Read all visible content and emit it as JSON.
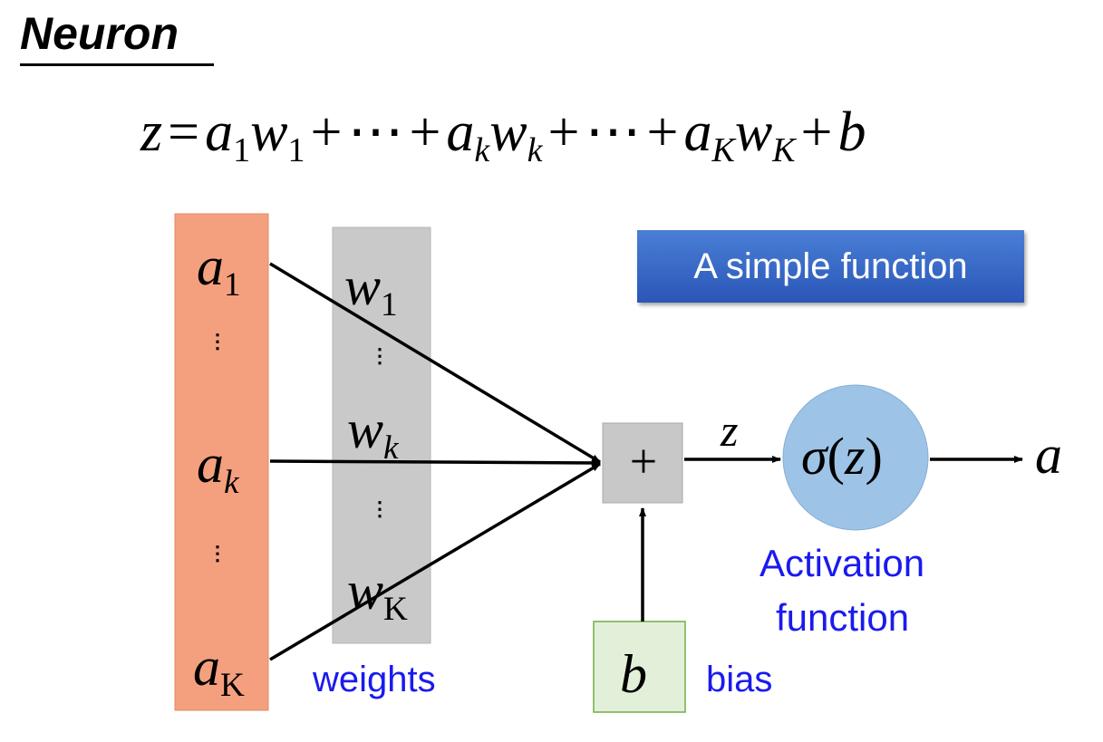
{
  "title": "Neuron",
  "equation": {
    "lhs": "z",
    "equals": "=",
    "term1_a": "a",
    "term1_a_sub": "1",
    "term1_w": "w",
    "term1_w_sub": "1",
    "plus": "+",
    "ellipsis": "⋯",
    "termk_a": "a",
    "termk_a_sub": "k",
    "termk_w": "w",
    "termk_w_sub": "k",
    "termK_a": "a",
    "termK_a_sub": "K",
    "termK_w": "w",
    "termK_w_sub": "K",
    "bias": "b"
  },
  "inputs": {
    "a1": "a",
    "a1_sub": "1",
    "ak": "a",
    "ak_sub": "k",
    "aK": "a",
    "aK_sub": "K",
    "vdots": "⋮"
  },
  "weights": {
    "w1": "w",
    "w1_sub": "1",
    "wk": "w",
    "wk_sub": "k",
    "wK": "w",
    "wK_sub": "K",
    "vdots": "⋮",
    "label": "weights"
  },
  "sum_node": {
    "symbol": "+"
  },
  "z_label": "z",
  "activation": {
    "sigma": "σ",
    "open": "(",
    "arg": "z",
    "close": ")",
    "label_line1": "Activation",
    "label_line2": "function"
  },
  "output": "a",
  "bias": {
    "symbol": "b",
    "label": "bias"
  },
  "simple_function_box": "A simple function",
  "colors": {
    "inputs_fill": "#f4a07f",
    "weights_fill": "#c9c9c9",
    "sum_fill": "#c8c8c8",
    "activation_fill": "#9dc3e6",
    "bias_fill": "#e2f0d9",
    "bias_stroke": "#70ad47",
    "label_blue": "#1a1aee",
    "box_blue": "#2f5fbf"
  }
}
